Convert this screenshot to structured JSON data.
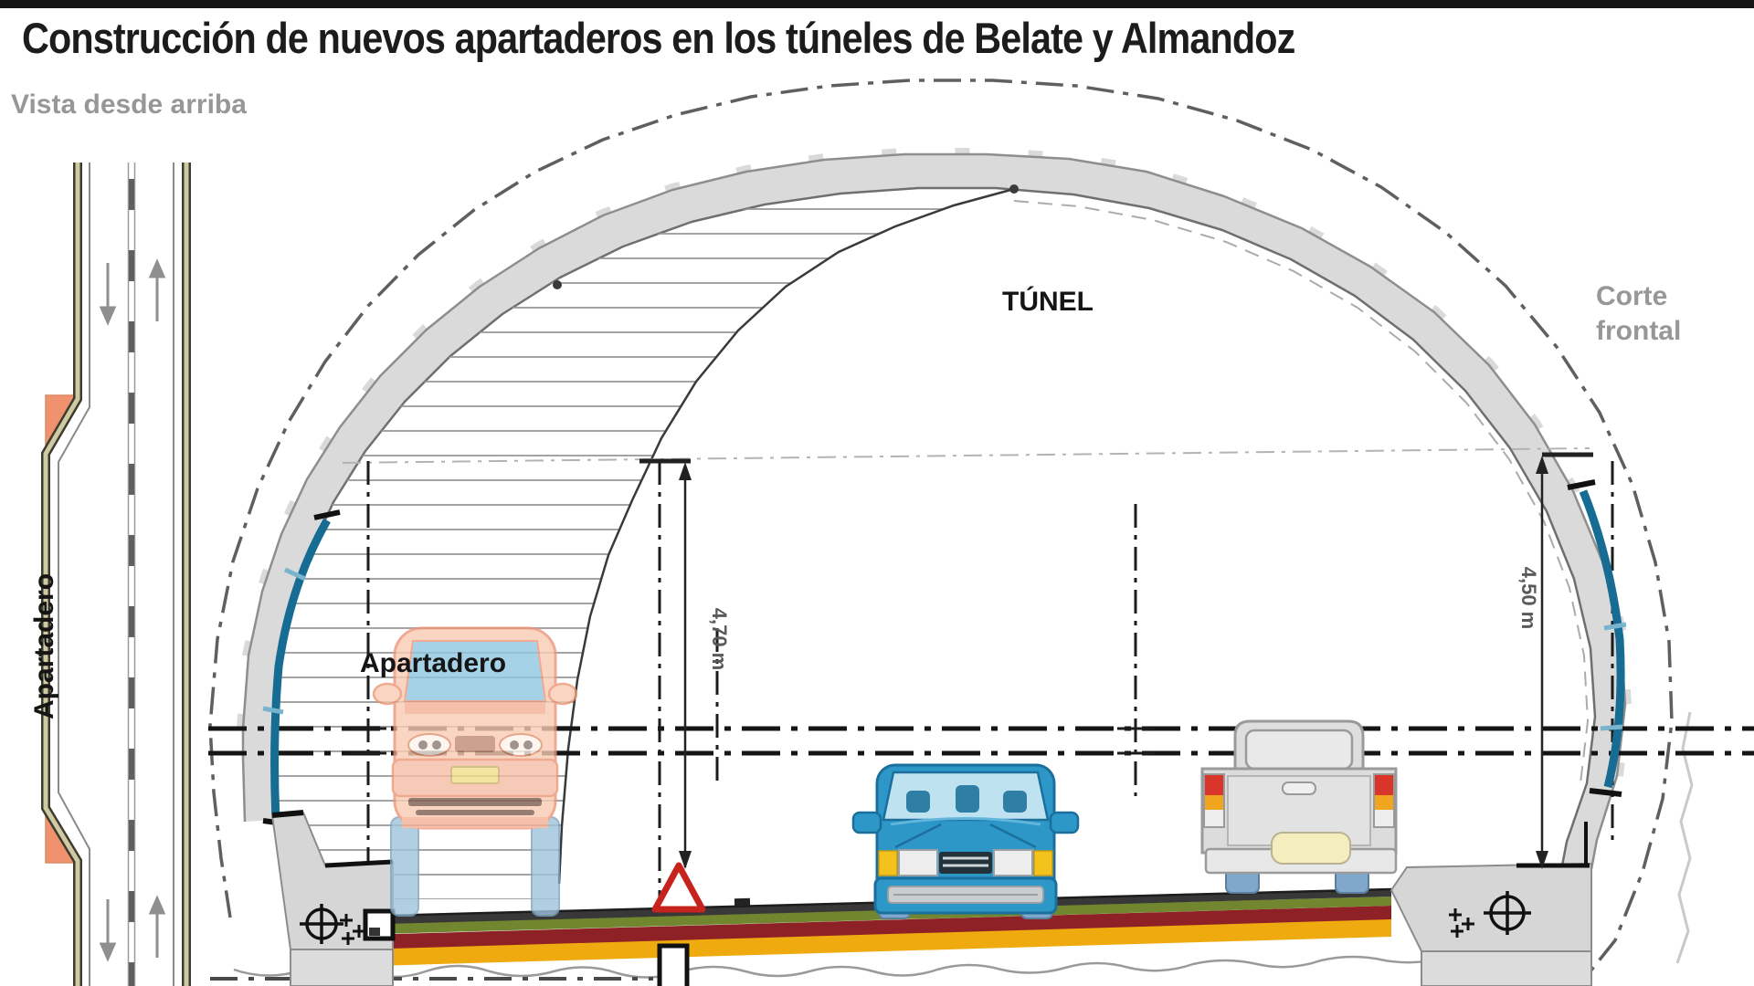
{
  "title": "Construcción de nuevos apartaderos en los túneles de Belate y Almandoz",
  "top_view": {
    "heading": "Vista desde arriba",
    "siding_label": "Apartadero"
  },
  "cross_section": {
    "view_label_line1": "Corte",
    "view_label_line2": "frontal",
    "tunnel_label": "TÚNEL",
    "siding_label": "Apartadero",
    "siding_clearance": "4,70 m",
    "tunnel_clearance": "4,50 m"
  },
  "colors": {
    "siding_accent": "#F1926F",
    "lining_gray": "#DADADA",
    "guide_blue": "#176C94",
    "wheel_blue": "#7FA8CC",
    "car_blue": "#2D97C7",
    "ghost_car_salmon": "#F8CBB4",
    "layer_asphalt": "#383838",
    "layer_green": "#71862F",
    "layer_maroon": "#8E2126",
    "layer_amber": "#EFAA10",
    "warning_red": "#C5231B"
  }
}
